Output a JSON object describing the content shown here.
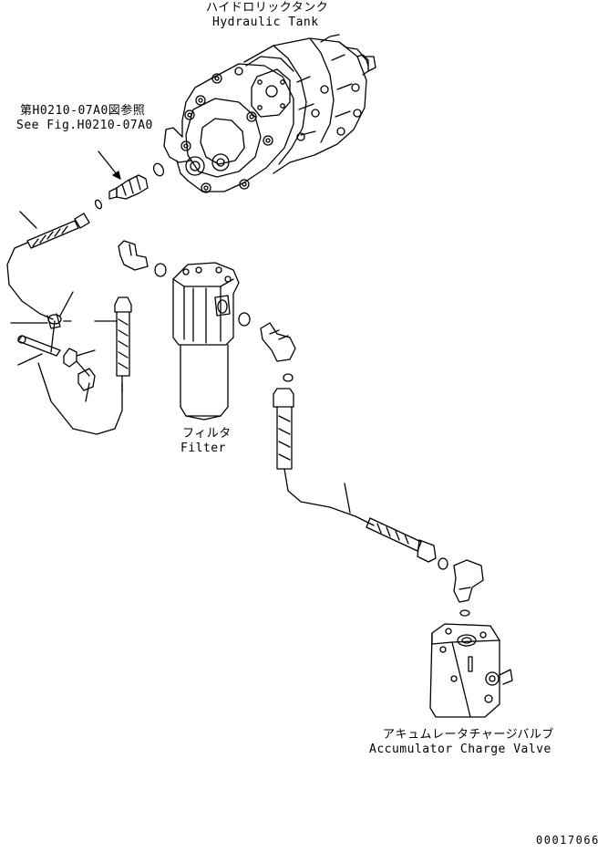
{
  "labels": {
    "hydraulic_tank_jp": "ハイドロリックタンク",
    "hydraulic_tank_en": "Hydraulic Tank",
    "see_fig_jp": "第H0210-07A0図参照",
    "see_fig_en": "See Fig.H0210-07A0",
    "filter_jp": "フィルタ",
    "filter_en": "Filter",
    "valve_jp": "アキュムレータチャージバルブ",
    "valve_en": "Accumulator Charge Valve",
    "drawing_number": "00017066"
  }
}
